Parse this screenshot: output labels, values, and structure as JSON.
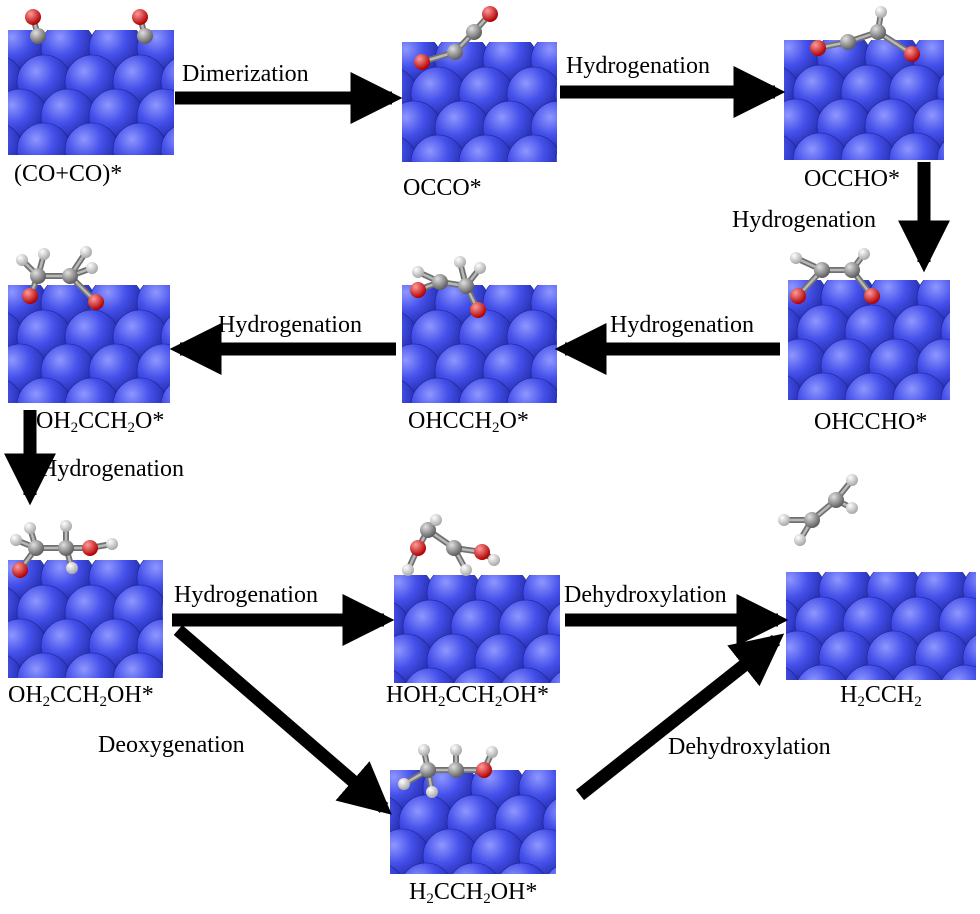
{
  "colors": {
    "surface_atom": "#3c47e6",
    "surface_atom_edge": "#1c2296",
    "carbon": "#8a8a8a",
    "oxygen": "#e01818",
    "hydrogen": "#e8e8e8",
    "arrow": "#000000"
  },
  "intermediates": {
    "co_co": {
      "label": "(CO+CO)*"
    },
    "occo": {
      "label": "OCCO*"
    },
    "occho": {
      "label": "OCCHO*"
    },
    "ohccho": {
      "label": "OHCCHO*"
    },
    "ohcch2o": {
      "label_parts": [
        "OHCCH",
        "2",
        "O*"
      ]
    },
    "oh2cch2o": {
      "label_parts": [
        "OH",
        "2",
        "CCH",
        "2",
        "O*"
      ]
    },
    "oh2cch2oh": {
      "label_parts": [
        "OH",
        "2",
        "CCH",
        "2",
        "OH*"
      ]
    },
    "hoh2cch2oh": {
      "label_parts": [
        "HOH",
        "2",
        "CCH",
        "2",
        "OH*"
      ]
    },
    "h2cch2": {
      "label_parts": [
        "H",
        "2",
        "CCH",
        "2"
      ]
    },
    "h2cch2oh": {
      "label_parts": [
        "H",
        "2",
        "CCH",
        "2",
        "OH*"
      ]
    }
  },
  "steps": {
    "dimerization": "Dimerization",
    "hydrogenation_1": "Hydrogenation",
    "hydrogenation_2": "Hydrogenation",
    "hydrogenation_3": "Hydrogenation",
    "hydrogenation_4": "Hydrogenation",
    "hydrogenation_5": "Hydrogenation",
    "hydrogenation_6": "Hydrogenation",
    "deoxygenation": "Deoxygenation",
    "dehydroxylation_1": "Dehydroxylation",
    "dehydroxylation_2": "Dehydroxylation"
  }
}
